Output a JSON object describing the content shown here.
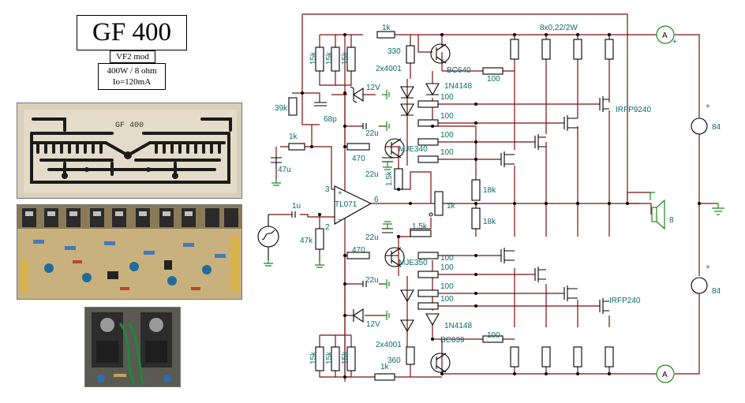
{
  "header": {
    "title": "GF 400",
    "variant": "VF2 mod",
    "spec_power": "400W / 8 ohm",
    "spec_bias": "Io=120mA"
  },
  "photos": {
    "pcb_label": "GF 400"
  },
  "schematic": {
    "labels": {
      "r_1k_top": "1k",
      "r_330": "330",
      "d_2x4001_top": "2x4001",
      "q_bc640": "BC640",
      "r_100_top": "100",
      "r_emitter": "8x0,22/2W",
      "r_15k_a": "15k",
      "r_15k_b": "15k",
      "r_15k_c": "15k",
      "z_12v_top": "12V",
      "d_1n4148_top": "1N4148",
      "r_100_g1": "100",
      "q_irfp9240": "IRFP9240",
      "r_39k": "39k",
      "c_68p": "68p",
      "c_22u_a": "22u",
      "r_100_g2": "100",
      "r_100_g3": "100",
      "r_1k_fb": "1k",
      "r_470_top": "470",
      "q_mje340": "MJE340",
      "r_100_g4": "100",
      "c_47u": "47u",
      "c_22u_b": "22u",
      "r_1k5_top": "1,5k",
      "r_18k_top": "18k",
      "pin3": "3",
      "pin2": "2",
      "pin6": "6",
      "opamp": "TL071",
      "c_1u": "1u",
      "r_47k": "47k",
      "pot_1k": "1k",
      "r_18k_bot": "18k",
      "speaker": "8",
      "c_22u_c": "22u",
      "r_1k5_bot": "1,5k",
      "r_470_bot": "470",
      "q_mje350": "MJE350",
      "r_100_g5": "100",
      "r_100_g6": "100",
      "c_22u_d": "22u",
      "r_100_g7": "100",
      "q_irfp240": "IRFP240",
      "r_100_g8": "100",
      "z_12v_bot": "12V",
      "d_1n4148_bot": "1N4148",
      "d_2x4001_bot": "2x4001",
      "q_bc639": "BC639",
      "r_100_bot": "100",
      "r_15k_d": "15k",
      "r_15k_e": "15k",
      "r_15k_f": "15k",
      "r_360": "360",
      "r_1k_bot": "1k",
      "supply_top": "84",
      "supply_bot": "84",
      "meter_top": "A",
      "meter_bot": "A",
      "plus_1": "+",
      "plus_2": "+",
      "plus_3": "+",
      "plus_4": "+",
      "minus_in": "−"
    }
  },
  "colors": {
    "wire": "#7a1010",
    "label": "#0a6b6b",
    "ground": "#1a8a1a"
  }
}
